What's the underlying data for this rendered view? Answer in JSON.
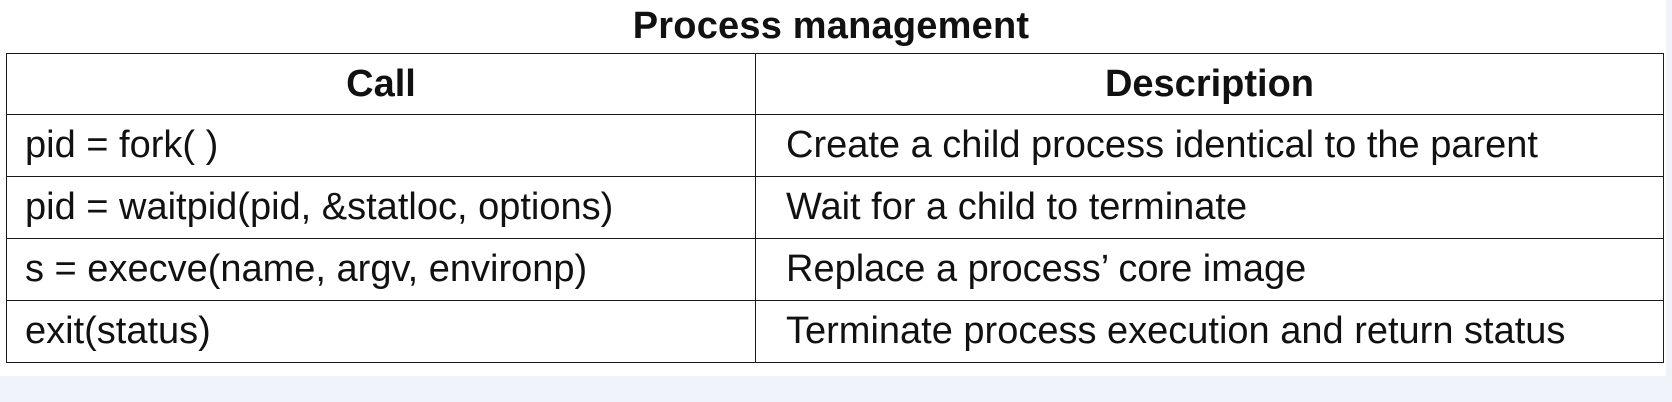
{
  "title": "Process management",
  "table": {
    "headers": [
      "Call",
      "Description"
    ],
    "rows": [
      {
        "call": "pid = fork( )",
        "description": "Create a child process identical to the parent"
      },
      {
        "call": "pid = waitpid(pid, &statloc, options)",
        "description": "Wait for a child to terminate"
      },
      {
        "call": "s = execve(name, argv, environp)",
        "description": "Replace a process’ core image"
      },
      {
        "call": "exit(status)",
        "description": "Terminate process execution and return status"
      }
    ]
  },
  "colors": {
    "text": "#111111",
    "border": "#1a1a1a",
    "background": "#ffffff",
    "edge_band": "#f0f3fa"
  }
}
